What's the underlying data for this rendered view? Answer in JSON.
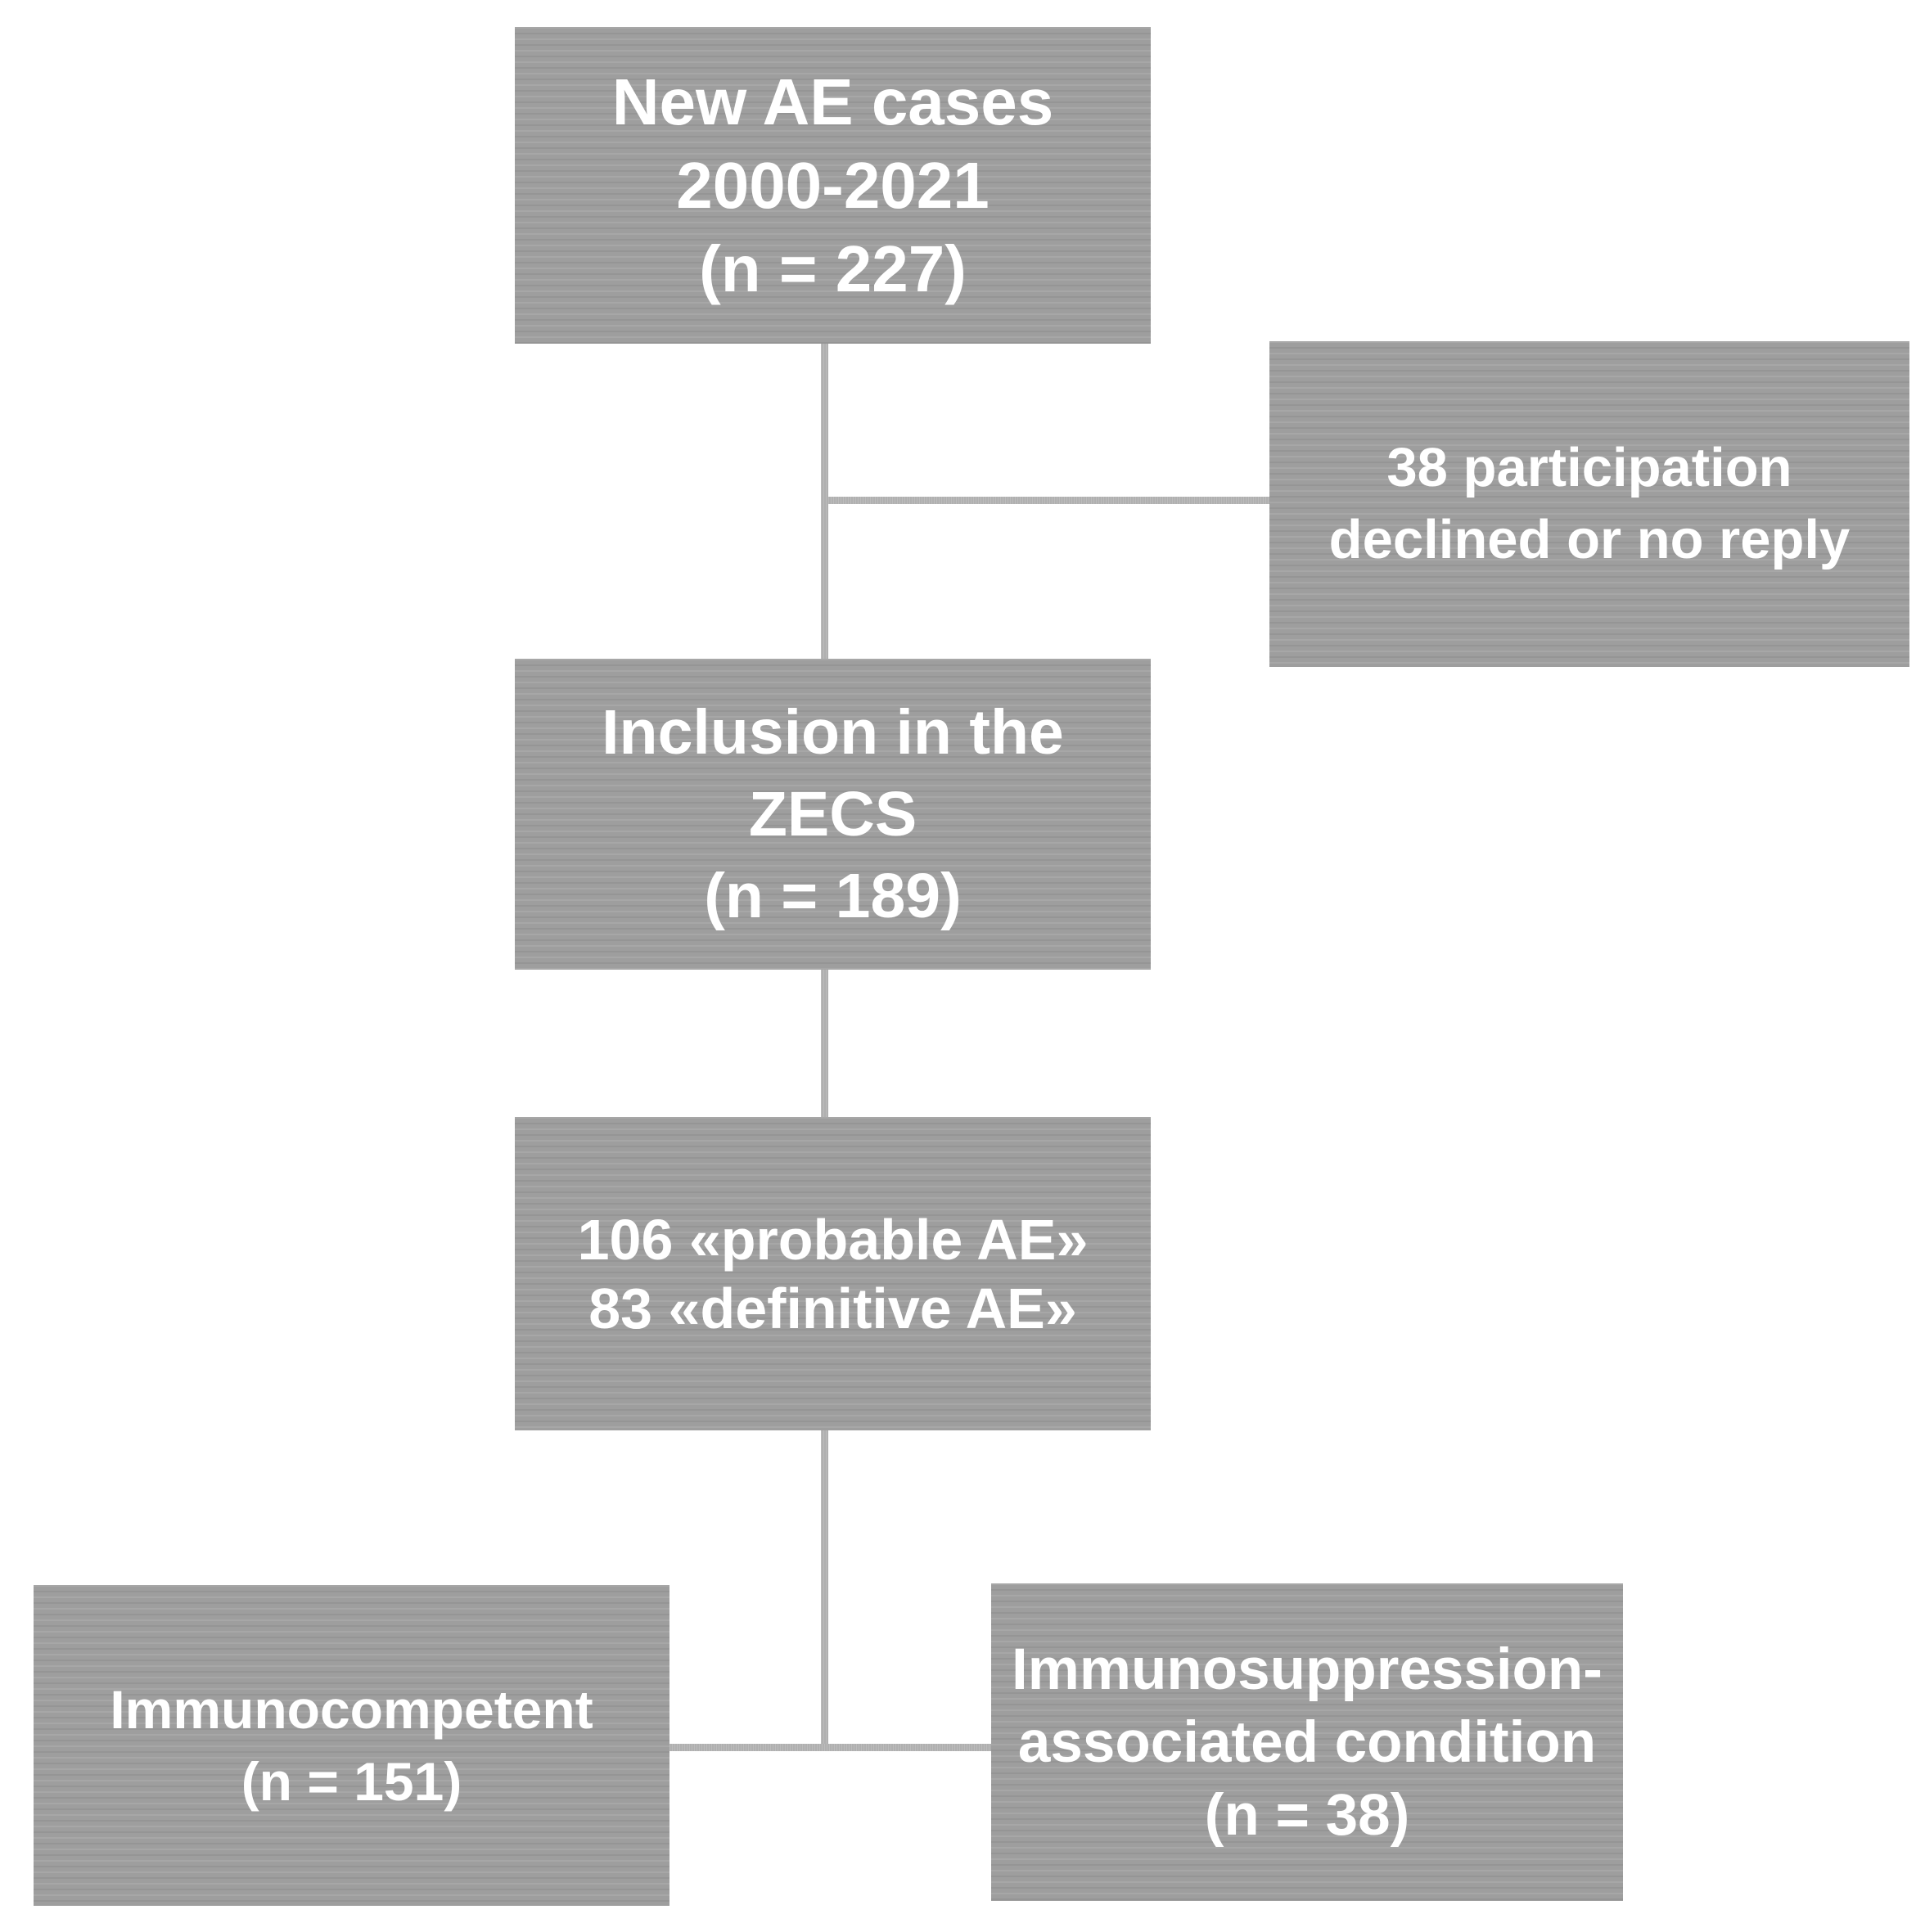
{
  "colors": {
    "background": "#ffffff",
    "box_fill": "#9e9e9e",
    "box_text": "#ffffff",
    "connector": "#b0b0b0"
  },
  "boxes": {
    "new_ae_cases": {
      "lines": [
        "New AE cases",
        "2000-2021",
        "(n = 227)"
      ]
    },
    "participation_declined": {
      "lines": [
        "38 participation",
        "declined or no reply"
      ]
    },
    "zecs_inclusion": {
      "lines": [
        "Inclusion in the",
        "ZECS",
        "(n = 189)"
      ]
    },
    "ae_classification": {
      "lines": [
        "106 «probable AE»",
        "83 «definitive AE»"
      ]
    },
    "immunocompetent": {
      "lines": [
        "Immunocompetent",
        "(n = 151)"
      ]
    },
    "immunosuppression": {
      "lines": [
        "Immunosuppression-",
        "associated condition",
        "(n = 38)"
      ]
    }
  }
}
